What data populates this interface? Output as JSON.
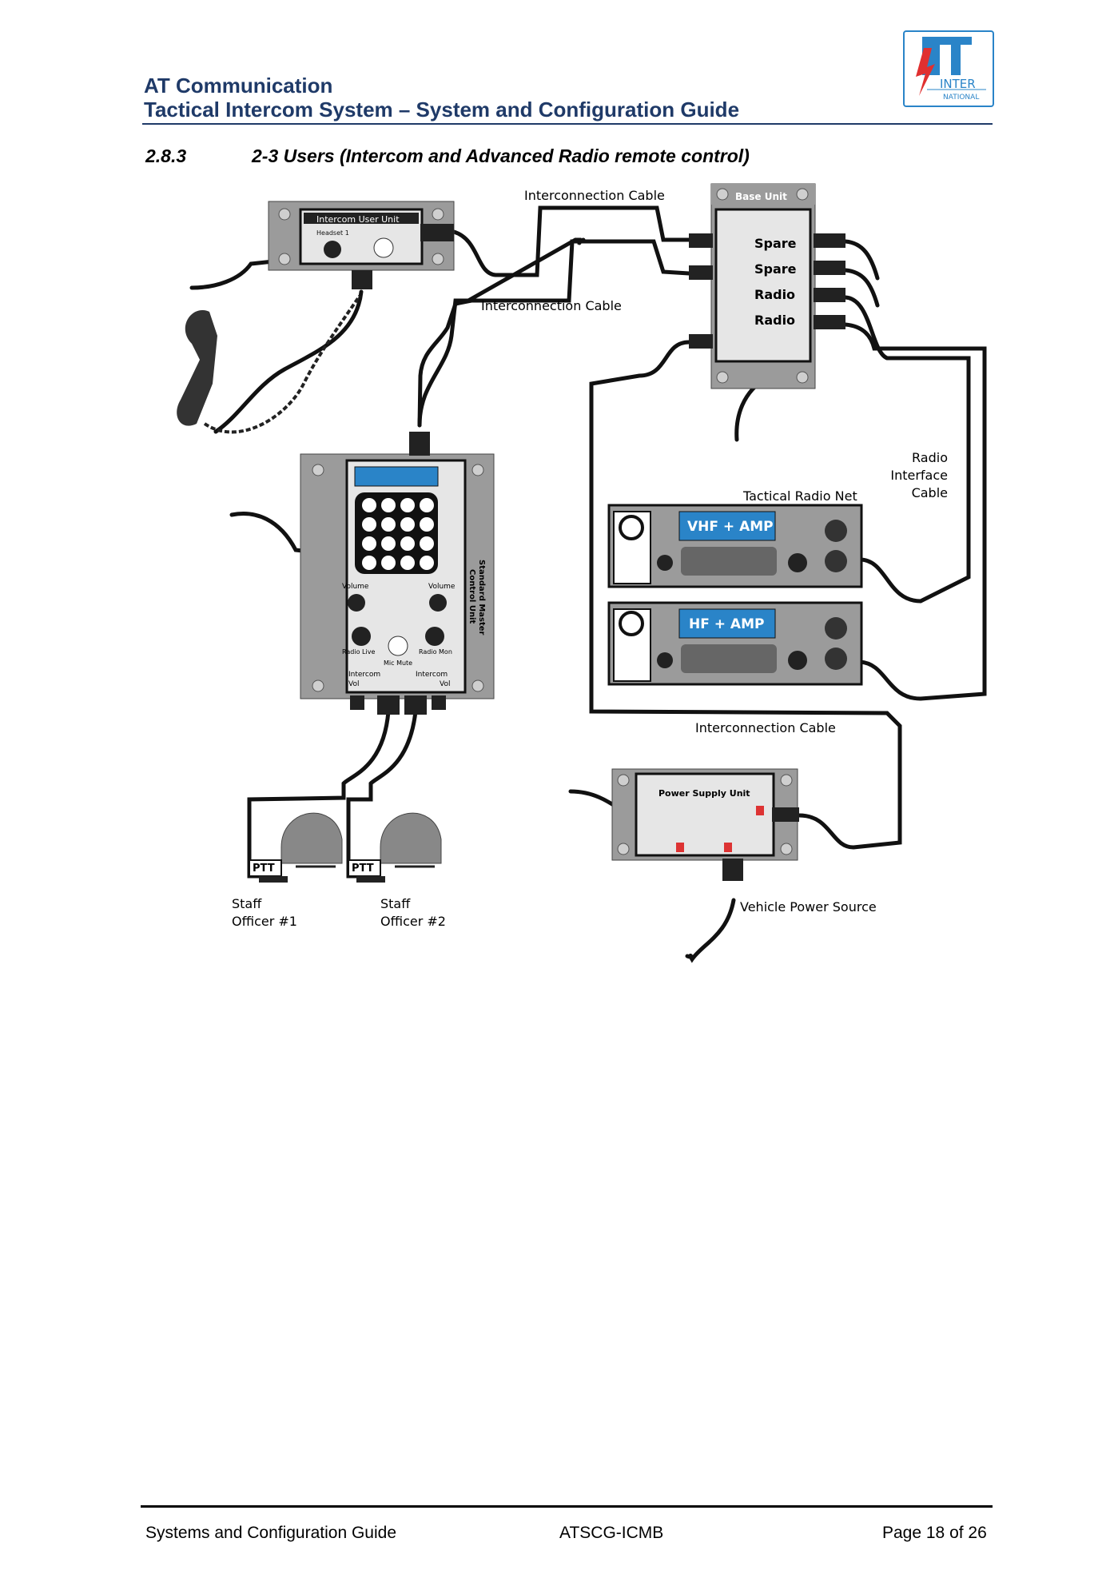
{
  "header": {
    "company": "AT Communication",
    "doc_title": "Tactical Intercom System – System and Configuration Guide",
    "logo_text_1": "INTER",
    "logo_text_2": "NATIONAL"
  },
  "section": {
    "number": "2.8.3",
    "title": "2-3 Users (Intercom and Advanced Radio remote control)"
  },
  "diagram": {
    "cable_top": "Interconnection Cable",
    "cable_mid": "Interconnection Cable",
    "cable_bottom": "Interconnection Cable",
    "intercom_unit": "Intercom User Unit",
    "headset_1": "Headset 1",
    "base_unit": "Base Unit",
    "base_ports": [
      "Spare",
      "Spare",
      "Radio",
      "Radio"
    ],
    "radio_interface_cable": [
      "Radio",
      "Interface",
      "Cable"
    ],
    "tactical_radio_net": "Tactical Radio Net",
    "vhf": "VHF + AMP",
    "hf": "HF + AMP",
    "smcu": [
      "Standard Master",
      "Control Unit"
    ],
    "volume_left": "Volume",
    "volume_right": "Volume",
    "radio_live": "Radio Live",
    "radio_mon": "Radio Mon",
    "mic_mute": "Mic Mute",
    "intercom_vol_left": [
      "Intercom",
      "Vol"
    ],
    "intercom_vol_right": [
      "Intercom",
      "Vol"
    ],
    "ptt": "PTT",
    "staff_1": [
      "Staff",
      "Officer #1"
    ],
    "staff_2": [
      "Staff",
      "Officer #2"
    ],
    "psu": "Power Supply Unit",
    "vehicle_power": "Vehicle Power Source"
  },
  "footer": {
    "left": "Systems and Configuration Guide",
    "center": "ATSCG-ICMB",
    "right": "Page 18 of 26"
  }
}
